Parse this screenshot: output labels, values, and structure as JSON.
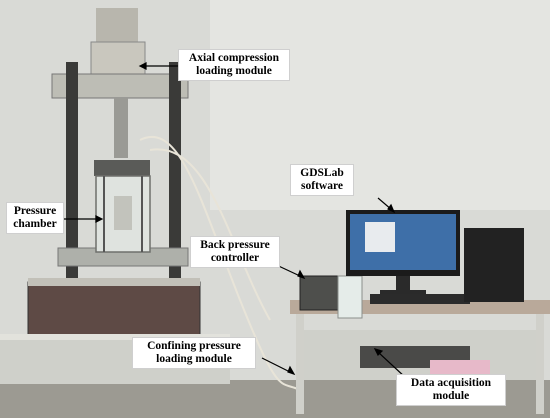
{
  "labels": {
    "axial": [
      "Axial compression",
      "loading module"
    ],
    "gdslab": [
      "GDSLab",
      "software"
    ],
    "pressure_chamber": [
      "Pressure",
      "chamber"
    ],
    "back_pressure": [
      "Back pressure",
      "controller"
    ],
    "confining": [
      "Confining pressure",
      "loading module"
    ],
    "data_acq": [
      "Data acquisition",
      "module"
    ]
  },
  "colors": {
    "wall": "#d9dad6",
    "frame": "#c8c9c2",
    "rod": "#3a3a38",
    "table": "#cfd0ca",
    "tabletop": "#b9a99a",
    "monitor": "#1b1b1b",
    "screen": "#3e6fa8",
    "tower": "#222222",
    "cable": "#e8e4d8"
  }
}
